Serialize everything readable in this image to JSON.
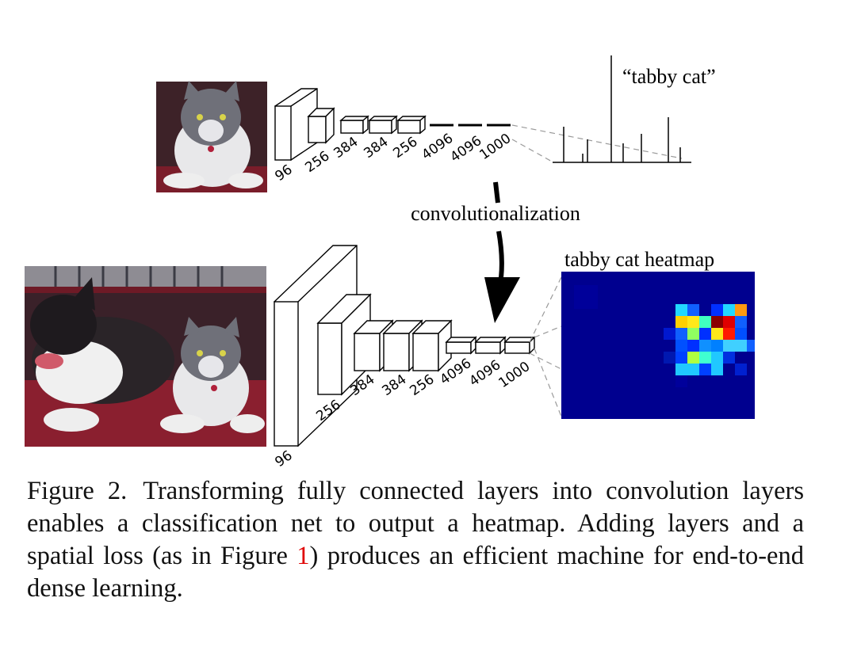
{
  "top_net": {
    "layer_labels": [
      "96",
      "256",
      "384",
      "384",
      "256",
      "4096",
      "4096",
      "1000"
    ],
    "prediction_label": "“tabby cat”"
  },
  "transition": {
    "label": "convolutionalization"
  },
  "bottom_net": {
    "layer_labels": [
      "96",
      "256",
      "384",
      "384",
      "256",
      "4096",
      "4096",
      "1000"
    ],
    "heatmap_label": "tabby cat heatmap"
  },
  "caption": {
    "figure_label": "Figure 2.",
    "text_before_ref": "Transforming fully connected layers into convolution layers enables a classification net to output a heatmap. Adding layers and a spatial loss (as in Figure ",
    "ref": "1",
    "text_after_ref": ") produces an efficient machine for end-to-end dense learning."
  },
  "colors": {
    "reference": "#e00000",
    "heatmap_background": "#00008f"
  },
  "icons": [
    "tabby-cat-photo",
    "dog-and-cat-photo",
    "down-arrow-icon"
  ]
}
